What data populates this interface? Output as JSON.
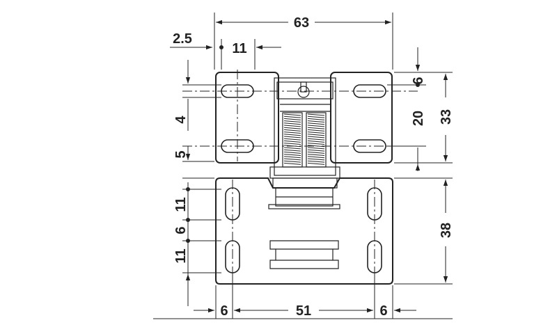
{
  "drawing": {
    "dimensions": {
      "overall_width": "63",
      "offset_small": "2.5",
      "slot_offset": "11",
      "top_slot_offset": "6",
      "slot_spacing": "20",
      "upper_height": "33",
      "slot_length_v": "4",
      "gap_height": "5",
      "lower_slot_11_top": "11",
      "lower_slot_6": "6",
      "lower_slot_11_bottom": "11",
      "lower_height": "38",
      "bottom_left": "6",
      "bottom_center": "51",
      "bottom_right": "6"
    },
    "colors": {
      "line": "#222222",
      "background": "#ffffff"
    }
  }
}
